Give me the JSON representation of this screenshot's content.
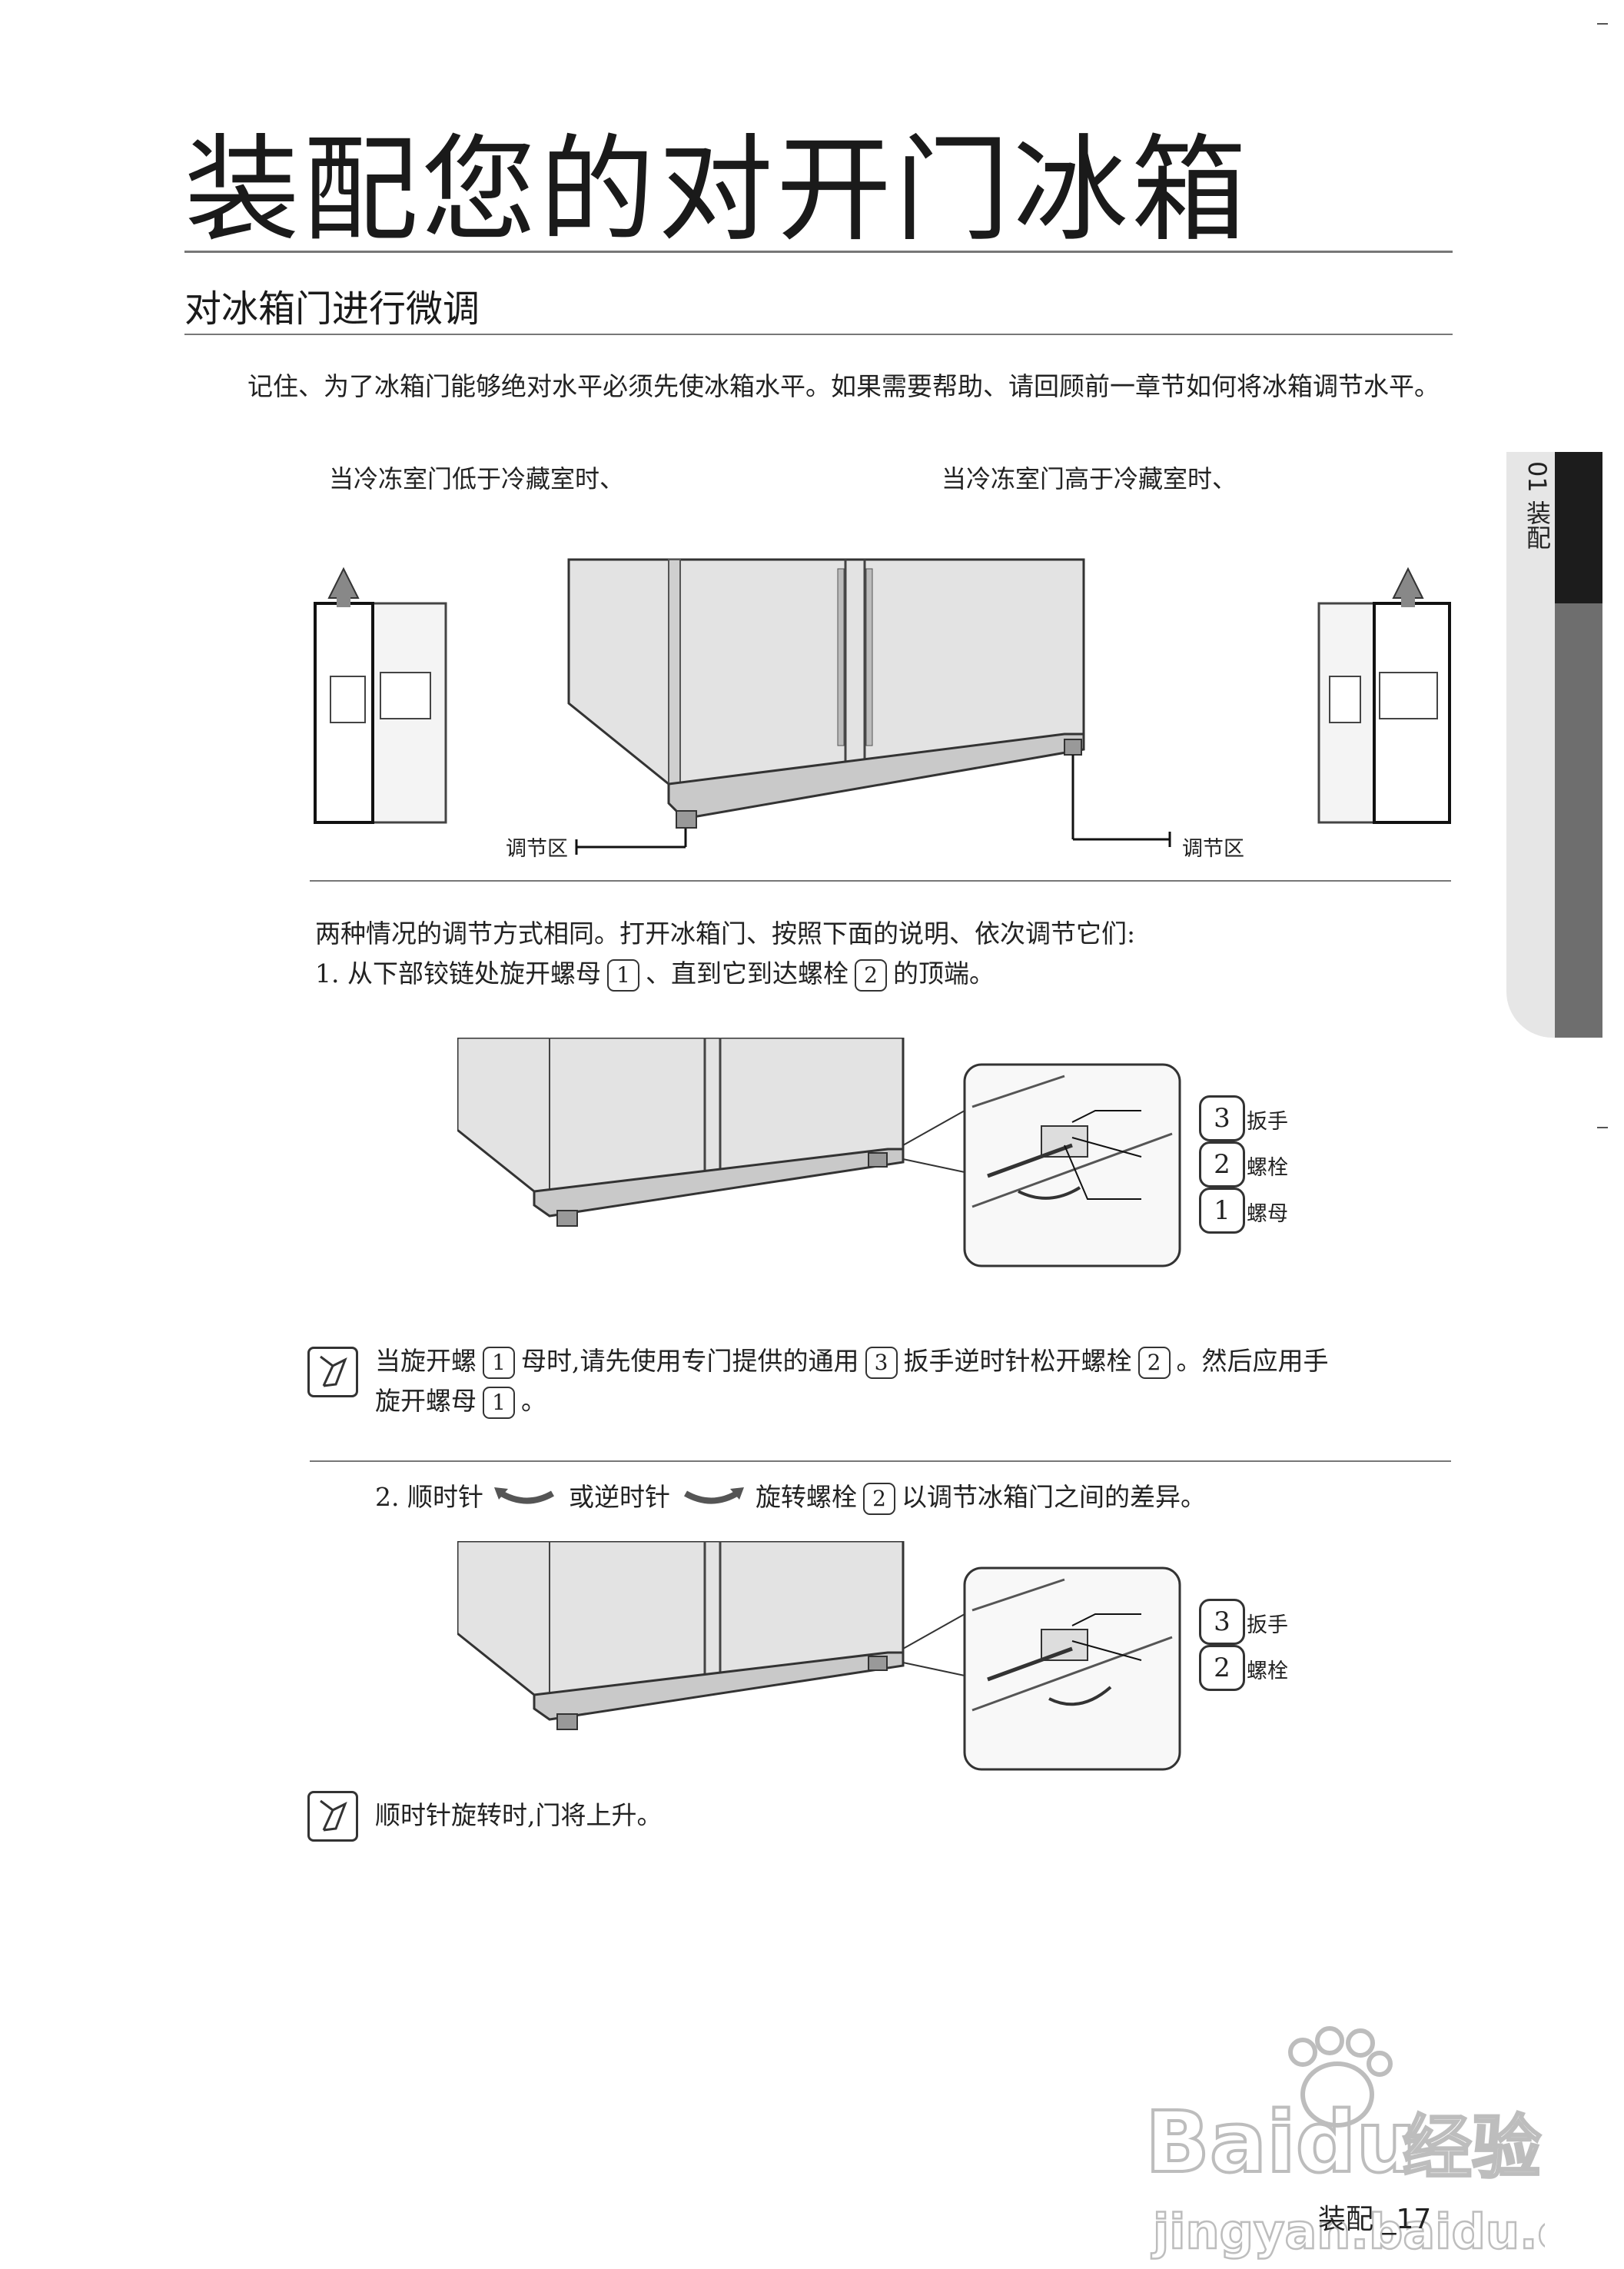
{
  "title": "装配您的对开门冰箱",
  "section_title": "对冰箱门进行微调",
  "intro": "记住、为了冰箱门能够绝对水平必须先使冰箱水平。如果需要帮助、请回顾前一章节如何将冰箱调节水平。",
  "case_left": "当冷冻室门低于冷藏室时、",
  "case_right": "当冷冻室门高于冷藏室时、",
  "adjust_zone": "调节区",
  "both_cases": "两种情况的调节方式相同。打开冰箱门、按照下面的说明、依次调节它们:",
  "step1": {
    "prefix": "1.   从下部铰链处旋开螺母",
    "num_a": "1",
    "mid": "、直到它到达螺栓",
    "num_b": "2",
    "suffix": "的顶端。"
  },
  "parts": {
    "n1": "1",
    "n2": "2",
    "n3": "3",
    "wrench": "扳手",
    "bolt": "螺栓",
    "nut": "螺母"
  },
  "note1": {
    "p1": "当旋开螺",
    "n1": "1",
    "p2": "母时,请先使用专门提供的通用",
    "n3": "3",
    "p3": "扳手逆时针松开螺栓",
    "n2": "2",
    "p4": "。然后应用手",
    "p5": "旋开螺母",
    "n1b": "1",
    "p6": "。"
  },
  "step2": {
    "p1": "2. 顺时针",
    "p2": "或逆时针",
    "p3": "旋转螺栓",
    "n2": "2",
    "p4": "以调节冰箱门之间的差异。"
  },
  "note2": "顺时针旋转时,门将上升。",
  "side_tab": "01 装配",
  "watermark": {
    "brand": "Baidu",
    "cn": "经验",
    "url": "jingyan.baidu.com"
  },
  "footer": "装配 _17"
}
